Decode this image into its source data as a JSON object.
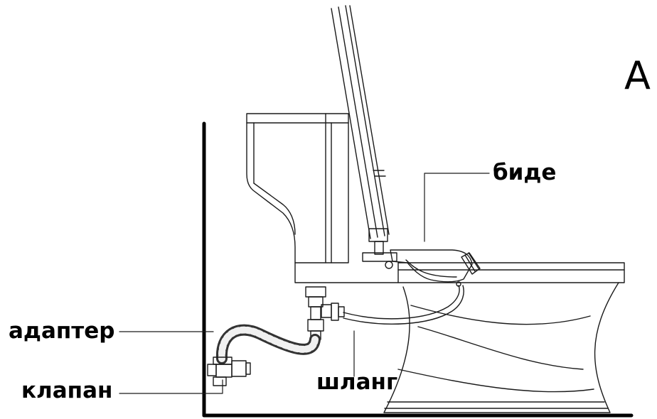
{
  "figure": {
    "letter": "A",
    "labels": {
      "bidet": "биде",
      "adapter": "адаптер",
      "valve": "клапан",
      "hose": "шланг"
    }
  }
}
